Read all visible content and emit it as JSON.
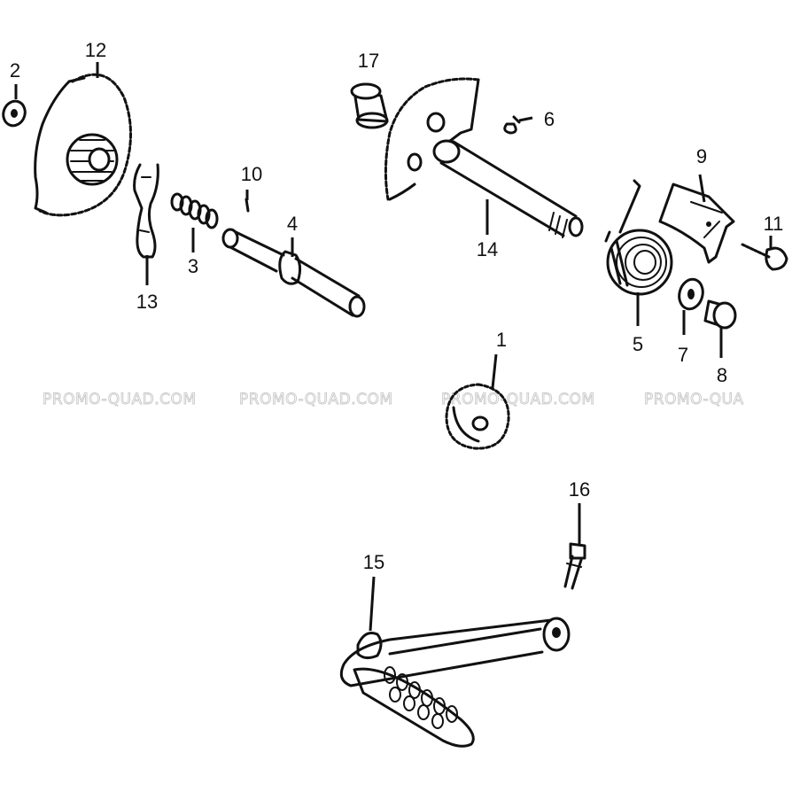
{
  "watermark": "PROMO-QUAD.COM",
  "watermark_partial": "PROMO-QUA",
  "callouts": {
    "p1": "1",
    "p2": "2",
    "p3": "3",
    "p4": "4",
    "p5": "5",
    "p6": "6",
    "p7": "7",
    "p8": "8",
    "p9": "9",
    "p10": "10",
    "p11": "11",
    "p12": "12",
    "p13": "13",
    "p14": "14",
    "p15": "15",
    "p16": "16",
    "p17": "17"
  }
}
